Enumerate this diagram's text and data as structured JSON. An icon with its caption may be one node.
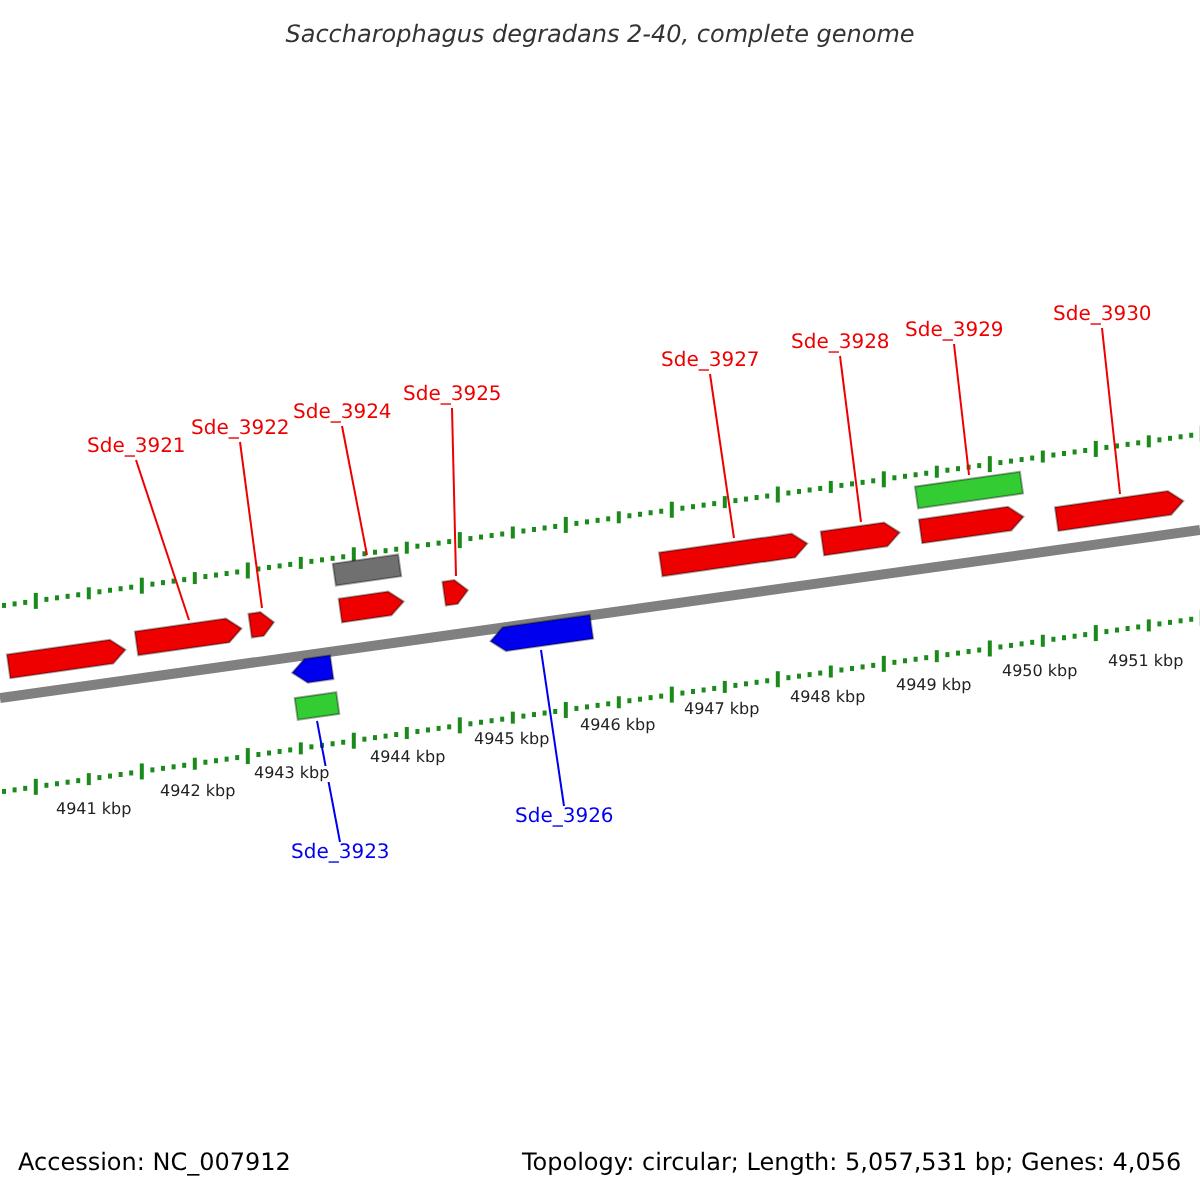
{
  "diagram": {
    "title": "Saccharophagus degradans 2-40, complete genome",
    "nodes": [
      {
        "text": [
          "Sde_3921"
        ]
      },
      {
        "text": [
          "Sde_3922"
        ]
      },
      {
        "text": [
          "Sde_3924"
        ]
      },
      {
        "text": [
          "Sde_3925"
        ]
      },
      {
        "text": [
          "Sde_3927"
        ]
      },
      {
        "text": [
          "Sde_3928"
        ]
      },
      {
        "text": [
          "Sde_3929"
        ]
      },
      {
        "text": [
          "Sde_3930"
        ]
      },
      {
        "text": [
          "Sde_3923"
        ]
      },
      {
        "text": [
          "Sde_3926"
        ]
      },
      {
        "text": [],
        "shape": "arrow"
      },
      {
        "text": [],
        "shape": "arrow"
      },
      {
        "text": [],
        "shape": "arrow"
      },
      {
        "text": [],
        "shape": "arrow"
      },
      {
        "text": [],
        "shape": "box"
      },
      {
        "text": [],
        "shape": "box"
      },
      {
        "text": [],
        "shape": "arrow"
      },
      {
        "text": [],
        "shape": "arrow"
      },
      {
        "text": [],
        "shape": "arrow"
      },
      {
        "text": [],
        "shape": "arrow"
      },
      {
        "text": [],
        "shape": "arrow"
      },
      {
        "text": [],
        "shape": "box"
      },
      {
        "text": [],
        "shape": "arrow"
      },
      {
        "text": [],
        "shape": "arrow"
      }
    ],
    "edges": [
      {
        "from": 0,
        "to": 11,
        "arrow": "none"
      },
      {
        "from": 1,
        "to": 12,
        "arrow": "none"
      },
      {
        "from": 2,
        "to": 15,
        "arrow": "none"
      },
      {
        "from": 3,
        "to": 17,
        "arrow": "none"
      },
      {
        "from": 4,
        "to": 19,
        "arrow": "none"
      },
      {
        "from": 5,
        "to": 20,
        "arrow": "none"
      },
      {
        "from": 6,
        "to": 21,
        "arrow": "none"
      },
      {
        "from": 7,
        "to": 23,
        "arrow": "none"
      },
      {
        "from": 8,
        "to": 14,
        "arrow": "none",
        "color": "#0000ee"
      },
      {
        "from": 9,
        "to": 18,
        "arrow": "none",
        "color": "#0000ee"
      }
    ],
    "labels": [
      "4941 kbp",
      "4942 kbp",
      "4943 kbp",
      "4944 kbp",
      "4945 kbp",
      "4946 kbp",
      "4947 kbp",
      "4948 kbp",
      "4949 kbp",
      "4950 kbp",
      "4951 kbp",
      "Accession: NC_007912",
      "Topology: circular; Length: 5,057,531 bp; Genes: 4,056"
    ]
  }
}
